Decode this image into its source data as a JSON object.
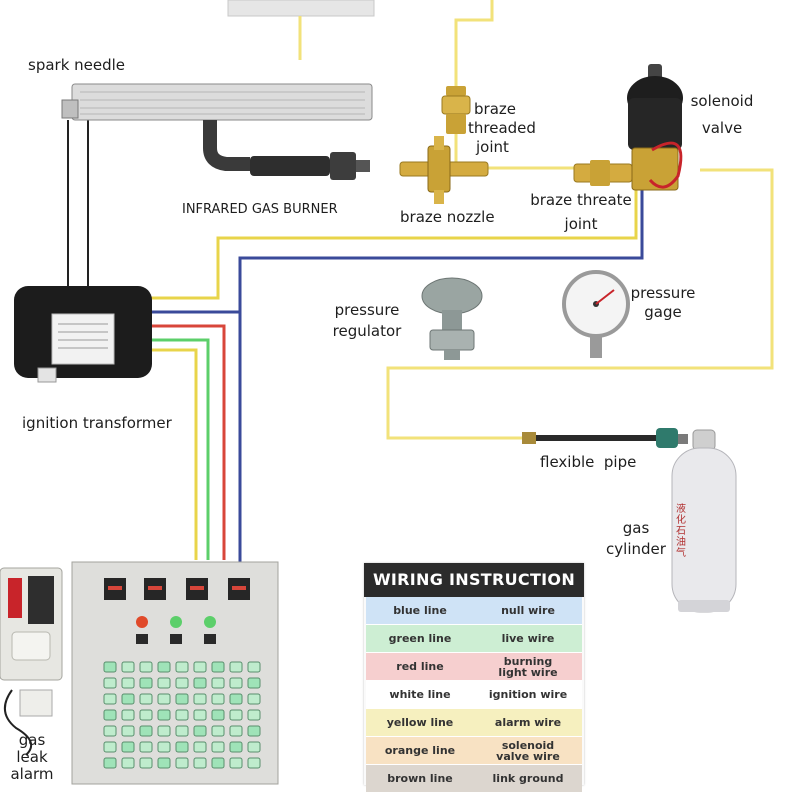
{
  "labels": {
    "spark_needle": "spark needle",
    "infrared_burner": "INFRARED GAS BURNER",
    "braze_threaded_joint_top": [
      "braze",
      "threaded",
      "joint"
    ],
    "braze_nozzle": "braze nozzle",
    "braze_threaded_joint_right": [
      "braze threate",
      "joint"
    ],
    "solenoid_valve": [
      "solenoid",
      "valve"
    ],
    "pressure_regulator": [
      "pressure",
      "regulator"
    ],
    "pressure_gage": [
      "pressure",
      "gage"
    ],
    "ignition_transformer": "ignition transformer",
    "flexible_pipe": "flexible  pipe",
    "gas_cylinder": [
      "gas",
      "cylinder"
    ],
    "gas_leak_alarm": [
      "gas",
      "leak",
      "alarm"
    ],
    "cylinder_print": "液化石油气"
  },
  "wiring": {
    "title": "WIRING INSTRUCTION",
    "rows": [
      {
        "line": "blue line",
        "wire": "null wire",
        "color": "#cfe3f6"
      },
      {
        "line": "green line",
        "wire": "live wire",
        "color": "#cdeed3"
      },
      {
        "line": "red line",
        "wire": "burning\nlight wire",
        "color": "#f6cfcf"
      },
      {
        "line": "white line",
        "wire": "ignition wire",
        "color": "#ffffff"
      },
      {
        "line": "yellow line",
        "wire": "alarm wire",
        "color": "#f6f0bf"
      },
      {
        "line": "orange line",
        "wire": "solenoid\nvalve wire",
        "color": "#f8e2c3"
      },
      {
        "line": "brown line",
        "wire": "link ground",
        "color": "#dcd6cf"
      }
    ]
  },
  "wire_colors": {
    "gas_pipe": "#f2e27a",
    "yellow": "#e8d44a",
    "blue": "#3a4a9a",
    "red": "#d8463a",
    "green": "#5ccf6a",
    "black": "#222222",
    "white": "#ffffff"
  }
}
